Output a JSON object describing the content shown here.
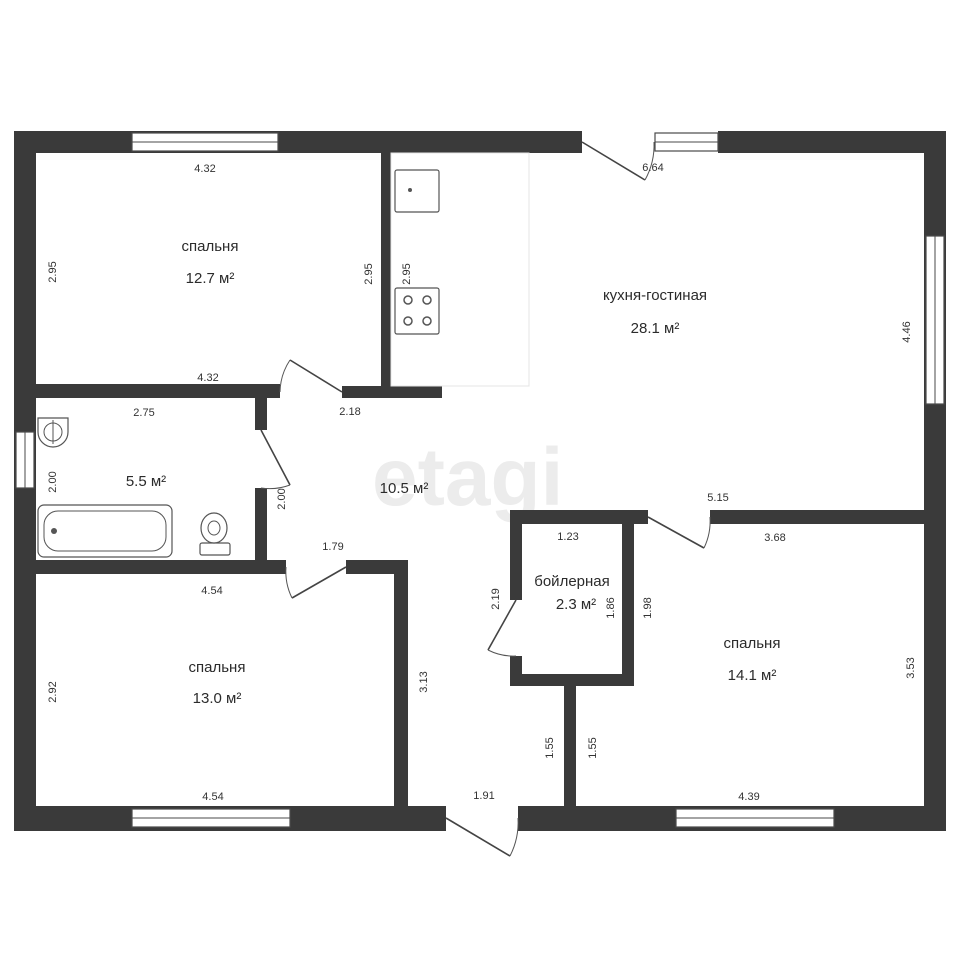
{
  "watermark": "etagi",
  "rooms": {
    "bedroom_top_left": {
      "name": "спальня",
      "area": "12.7 м²"
    },
    "kitchen_living": {
      "name": "кухня-гостиная",
      "area": "28.1 м²"
    },
    "bathroom": {
      "area": "5.5 м²"
    },
    "hall": {
      "area": "10.5 м²"
    },
    "boiler": {
      "name": "бойлерная",
      "area": "2.3 м²"
    },
    "bedroom_bottom_left": {
      "name": "спальня",
      "area": "13.0 м²"
    },
    "bedroom_bottom_right": {
      "name": "спальня",
      "area": "14.1 м²"
    }
  },
  "dimensions": {
    "d_432_top": "4.32",
    "d_295_left": "2.95",
    "d_295_inner": "2.95",
    "d_295_kitchen": "2.95",
    "d_432_bottom": "4.32",
    "d_664": "6.64",
    "d_446": "4.46",
    "d_275": "2.75",
    "d_218": "2.18",
    "d_200_bath": "2.00",
    "d_200_hall": "2.00",
    "d_179": "1.79",
    "d_515": "5.15",
    "d_123": "1.23",
    "d_368": "3.68",
    "d_219": "2.19",
    "d_186": "1.86",
    "d_198": "1.98",
    "d_454_top": "4.54",
    "d_292": "2.92",
    "d_313": "3.13",
    "d_353": "3.53",
    "d_155_left": "1.55",
    "d_155_right": "1.55",
    "d_454_bottom": "4.54",
    "d_191": "1.91",
    "d_439": "4.39"
  }
}
